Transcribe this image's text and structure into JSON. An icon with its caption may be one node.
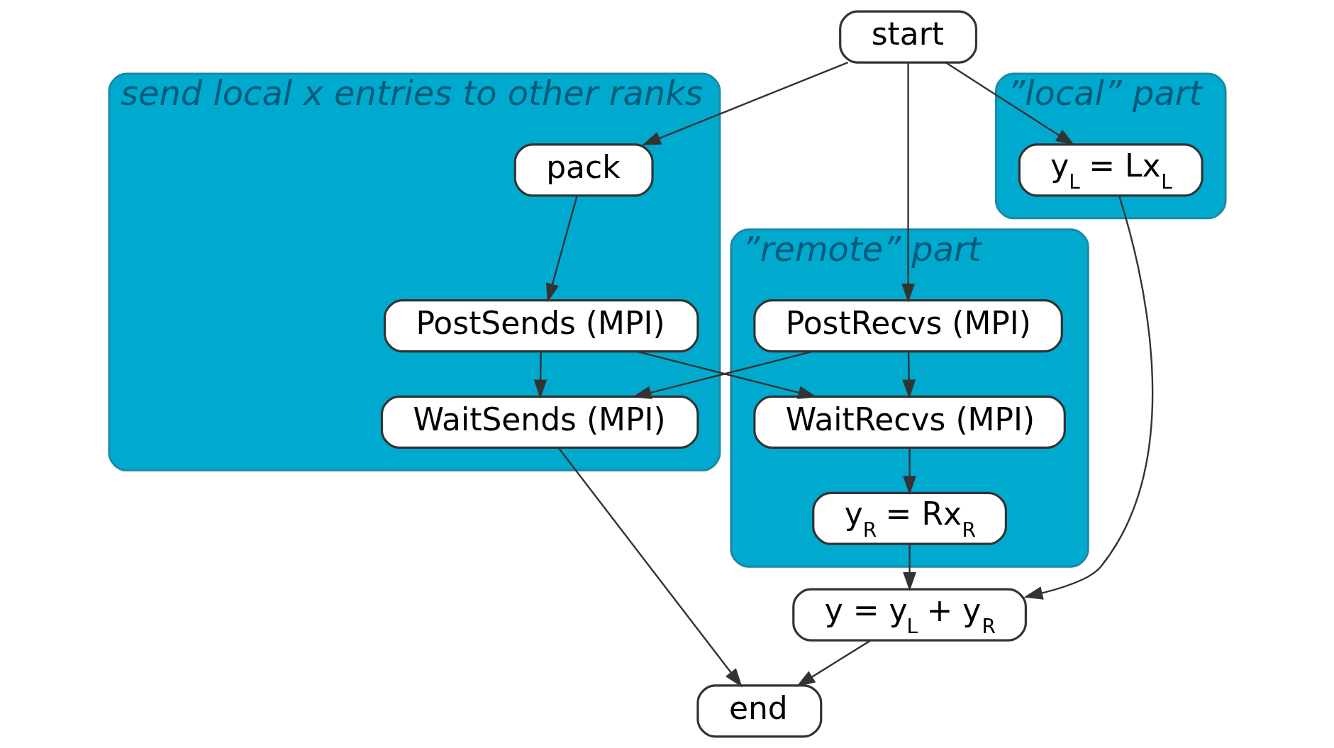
{
  "diagram": {
    "nodes": [
      {
        "text": [
          "start"
        ]
      },
      {
        "text": [
          "send local x entries to other ranks"
        ]
      },
      {
        "text": [
          "pack"
        ],
        "in": 1
      },
      {
        "text": [
          "PostSends (MPI)"
        ],
        "in": 1
      },
      {
        "text": [
          "WaitSends (MPI)"
        ],
        "in": 1
      },
      {
        "text": [
          "”remote” part"
        ]
      },
      {
        "text": [
          "PostRecvs (MPI)"
        ],
        "in": 5
      },
      {
        "text": [
          "WaitRecvs (MPI)"
        ],
        "in": 5
      },
      {
        "text": [
          "y$_{R}$ = Rx$_{R}$"
        ],
        "in": 5
      },
      {
        "text": [
          "”local” part"
        ]
      },
      {
        "text": [
          "y$_{L}$ = Lx$_{L}$"
        ],
        "in": 9
      },
      {
        "text": [
          "y = y$_{L}$ + y$_{R}$"
        ]
      },
      {
        "text": [
          "end"
        ]
      }
    ],
    "edges": [
      {
        "from": 0,
        "to": 2,
        "arrow": "to"
      },
      {
        "from": 0,
        "to": 6,
        "arrow": "to"
      },
      {
        "from": 0,
        "to": 10,
        "arrow": "to"
      },
      {
        "from": 2,
        "to": 3,
        "arrow": "to"
      },
      {
        "from": 3,
        "to": 4,
        "arrow": "to"
      },
      {
        "from": 3,
        "to": 7,
        "arrow": "to"
      },
      {
        "from": 6,
        "to": 4,
        "arrow": "to"
      },
      {
        "from": 6,
        "to": 7,
        "arrow": "to"
      },
      {
        "from": 7,
        "to": 8,
        "arrow": "to"
      },
      {
        "from": 8,
        "to": 11,
        "arrow": "to"
      },
      {
        "from": 10,
        "to": 11,
        "arrow": "to"
      },
      {
        "from": 4,
        "to": 12,
        "arrow": "to"
      },
      {
        "from": 11,
        "to": 12,
        "arrow": "to"
      }
    ]
  }
}
